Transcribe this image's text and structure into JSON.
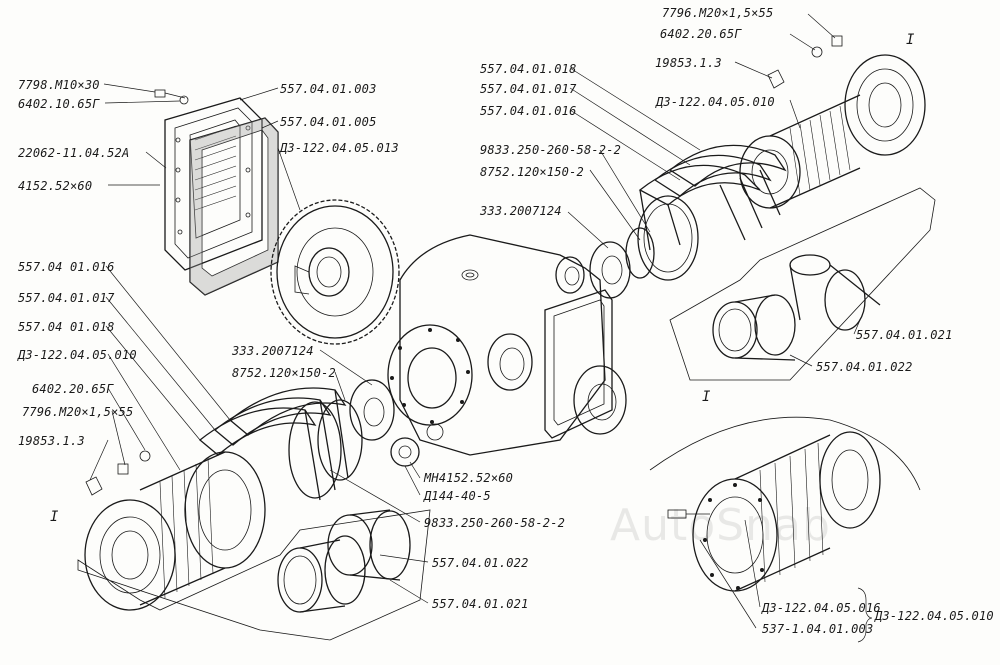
{
  "watermark": "AutoSnab",
  "labels": {
    "l01": "7796.M20×1,5×55",
    "l02": "6402.20.65Г",
    "l03": "I",
    "l04": "19853.1.3",
    "l05": "Д3-122.04.05.010",
    "l06": "557.04.01.018",
    "l07": "557.04.01.017",
    "l08": "557.04.01.016",
    "l09": "9833.250-260-58-2-2",
    "l10": "8752.120×150-2",
    "l11": "333.2007124",
    "l12": "7798.M10×30",
    "l13": "6402.10.65Г",
    "l14": "22062-11.04.52A",
    "l15": "4152.52×60",
    "l16": "557.04.01.003",
    "l17": "557.04.01.005",
    "l18": "Д3-122.04.05.013",
    "l19": "557.04 01.016",
    "l20": "557.04.01.017",
    "l21": "557.04 01.018",
    "l22": "Д3-122.04.05.010",
    "l23": "6402.20.65Г",
    "l24": "7796.M20×1,5×55",
    "l25": "19853.1.3",
    "l26": "I",
    "l27": "333.2007124",
    "l28": "8752.120×150-2",
    "l29": "MH4152.52×60",
    "l30": "Д144-40-5",
    "l31": "9833.250-260-58-2-2",
    "l32": "557.04.01.022",
    "l33": "557.04.01.021",
    "l34": "557.04.01.021",
    "l35": "557.04.01.022",
    "l36": "I",
    "l37": "Д3-122.04.05.016",
    "l38": "537-1.04.01.003",
    "l39": "Д3-122.04.05.010"
  }
}
